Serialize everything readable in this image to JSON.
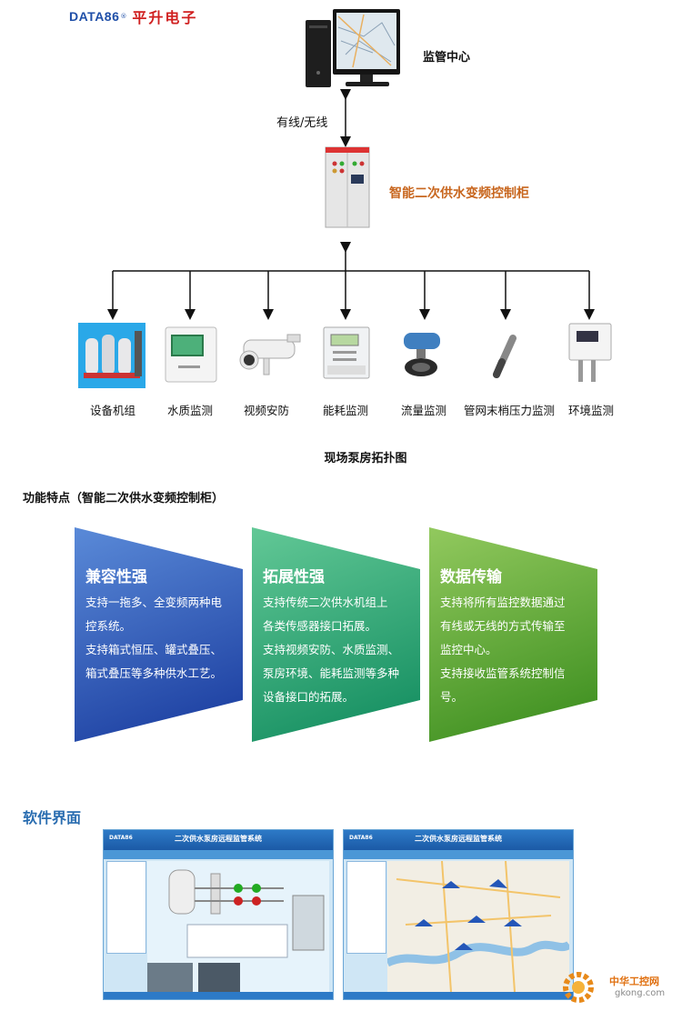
{
  "brand": {
    "en": "DATA86",
    "reg": "®",
    "cn": "平升电子"
  },
  "topology": {
    "center_label": "监管中心",
    "link_label": "有线/无线",
    "cabinet_label": "智能二次供水变频控制柜",
    "devices": [
      "设备机组",
      "水质监测",
      "视频安防",
      "能耗监测",
      "流量监测",
      "管网末梢压力监测",
      "环境监测"
    ],
    "caption": "现场泵房拓扑图"
  },
  "features": {
    "title": "功能特点（智能二次供水变频控制柜）",
    "cards": [
      {
        "title": "兼容性强",
        "lines": [
          "支持一拖多、全变频两种电",
          "控系统。",
          "支持箱式恒压、罐式叠压、",
          "箱式叠压等多种供水工艺。"
        ],
        "color_top": "#4e7fd0",
        "color_bottom": "#2248a8"
      },
      {
        "title": "拓展性强",
        "lines": [
          "支持传统二次供水机组上",
          "各类传感器接口拓展。",
          "支持视频安防、水质监测、",
          "泵房环境、能耗监测等多种",
          "设备接口的拓展。"
        ],
        "color_top": "#5cc492",
        "color_bottom": "#1f9a6a"
      },
      {
        "title": "数据传输",
        "lines": [
          "支持将所有监控数据通过",
          "有线或无线的方式传输至",
          "监控中心。",
          "支持接收监管系统控制信",
          "号。"
        ],
        "color_top": "#8cc45a",
        "color_bottom": "#4a9a2a"
      }
    ]
  },
  "software": {
    "title": "软件界面",
    "screens": [
      {
        "brand": "DATA86",
        "title": "二次供水泵房远程监管系统"
      },
      {
        "brand": "DATA86",
        "title": "二次供水泵房远程监管系统"
      }
    ]
  },
  "watermark": {
    "cn": "中华工控网",
    "url": "gkong.com"
  }
}
